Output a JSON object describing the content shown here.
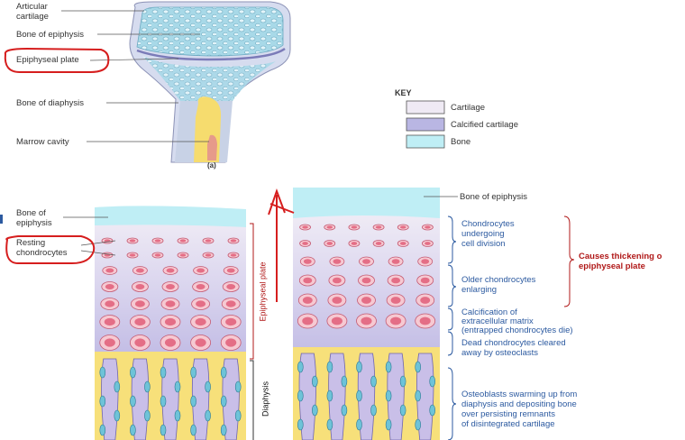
{
  "top_panel": {
    "labels": {
      "articular_cartilage_line1": "Articular",
      "articular_cartilage_line2": "cartilage",
      "bone_of_epiphysis": "Bone of epiphysis",
      "epiphyseal_plate": "Epiphyseal plate",
      "bone_of_diaphysis": "Bone of diaphysis",
      "marrow_cavity": "Marrow cavity"
    },
    "caption": "(a)"
  },
  "key": {
    "title": "KEY",
    "items": [
      {
        "label": "Cartilage",
        "color": "#efeaf4"
      },
      {
        "label": "Calcified cartilage",
        "color": "#b9b6e3"
      },
      {
        "label": "Bone",
        "color": "#bfeef5"
      }
    ]
  },
  "bottom_left": {
    "bone_of_epiphysis_line1": "Bone of",
    "bone_of_epiphysis_line2": "epiphysis",
    "resting_line1": "Resting",
    "resting_line2": "chondrocytes",
    "epiphyseal_plate_label": "Epiphyseal plate",
    "diaphysis_label": "Diaphysis"
  },
  "bottom_right": {
    "bone_of_epiphysis": "Bone of epiphysis",
    "zone1_line1": "Chondrocytes",
    "zone1_line2": "undergoing",
    "zone1_line3": "cell division",
    "zone2_line1": "Older chondrocytes",
    "zone2_line2": "enlarging",
    "zone3_line1": "Calcification of",
    "zone3_line2": "extracellular matrix",
    "zone3_line3": "(entrapped chondrocytes die)",
    "zone4_line1": "Dead chondrocytes cleared",
    "zone4_line2": "away by osteoclasts",
    "zone5_line1": "Osteoblasts swarming up from",
    "zone5_line2": "diaphysis and depositing bone",
    "zone5_line3": "over persisting remnants",
    "zone5_line4": "of disintegrated cartilage",
    "thickening_line1": "Causes thickening o",
    "thickening_line2": "epiphyseal plate"
  },
  "colors": {
    "annotation_red": "#d61e1e",
    "label_blue": "#2c5aa0",
    "cartilage": "#efeaf4",
    "calcified": "#b9b6e3",
    "bone": "#bfeef5",
    "marrow": "#f6dc6e"
  }
}
